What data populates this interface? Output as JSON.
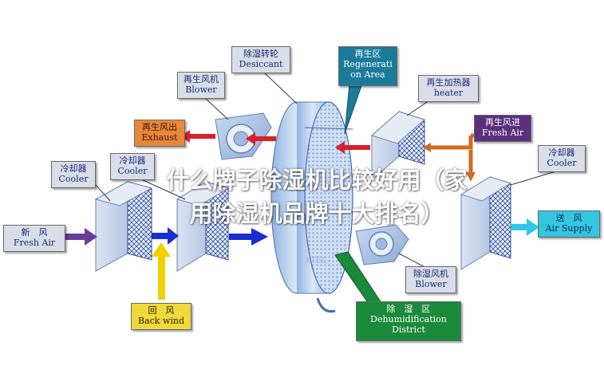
{
  "labels": {
    "desiccant": {
      "cn": "除湿转轮",
      "en": "Desiccant"
    },
    "regen_area": {
      "cn": "再生区",
      "en1": "Regenerati",
      "en2": "on Area"
    },
    "regen_blower": {
      "cn": "再生风机",
      "en": "Blower"
    },
    "regen_heater": {
      "cn": "再生加热器",
      "en": "heater"
    },
    "exhaust": {
      "cn": "再生风出",
      "en": "Exhaust"
    },
    "regen_fresh_air": {
      "cn": "再生风进",
      "en": "Fresh Air"
    },
    "cooler_left": {
      "cn": "冷却器",
      "en": "Cooler"
    },
    "cooler_mid": {
      "cn": "冷却器",
      "en": "Cooler"
    },
    "cooler_right": {
      "cn": "冷却器",
      "en": "Cooler"
    },
    "fresh_air": {
      "cn": "新　风",
      "en": "Fresh Air"
    },
    "air_supply": {
      "cn": "送　风",
      "en": "Air Supply"
    },
    "back_wind": {
      "cn": "回　风",
      "en": "Back wind"
    },
    "dehum_blower": {
      "cn": "除湿风机",
      "en": "Blower"
    },
    "dehum_district": {
      "cn": "除　湿　区",
      "en1": "Dehumidification",
      "en2": "District"
    }
  },
  "overlay": {
    "line1": "什么牌子除湿机比较好用（家",
    "line2": "用除湿机品牌十大排名）"
  },
  "colors": {
    "grey_label": "#d9dde8",
    "orange_label": "#e8873a",
    "purple_label": "#5a2f7d",
    "cyan_label": "#34c5e0",
    "yellow_label": "#f0d93a",
    "green_label": "#1b8a3a",
    "teal_label": "#1a7b9a",
    "red_arrow": "#d8202a",
    "blue_arrow": "#1a2fd0",
    "purple_arrow": "#6a3d9a",
    "orange_arrow": "#d2691e",
    "cyan_arrow": "#2ec8e8",
    "yellow_arrow": "#f0d000",
    "wheel": "#b9d2f0"
  }
}
